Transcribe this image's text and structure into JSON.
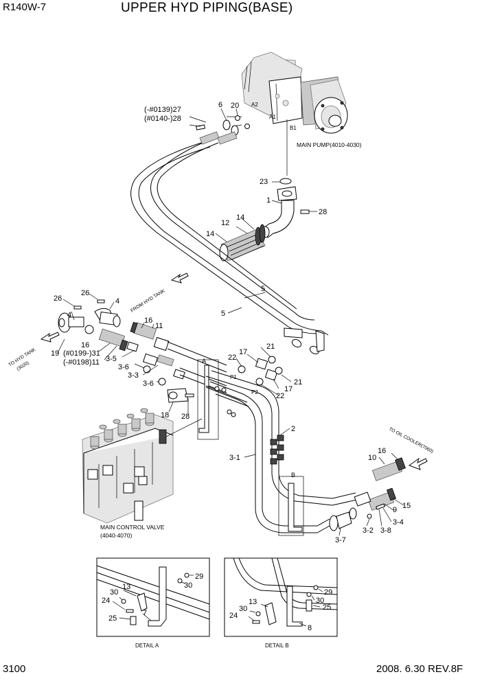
{
  "header": {
    "model": "R140W-7",
    "title": "UPPER HYD PIPING(BASE)"
  },
  "footer": {
    "page_number": "3100",
    "revision": "2008. 6.30  REV.8F"
  },
  "components": {
    "main_pump": "MAIN PUMP(4010-4030)",
    "main_control_valve_line1": "MAIN CONTROL VALVE",
    "main_control_valve_line2": "(4040-4070)",
    "port_a2": "A2",
    "port_a1": "A1",
    "port_b1": "B1",
    "port_p1": "P1",
    "port_p2": "P2"
  },
  "flow_labels": {
    "from_hyd_tank": "FROM HYD TANK",
    "to_hyd_tank_line1": "TO HYD TANK",
    "to_hyd_tank_line2": "(3020)",
    "to_oil_cooler": "TO OIL COOLER(7060)"
  },
  "detail_labels": {
    "detail_a_marker": "A",
    "detail_b_marker": "B",
    "detail_a_caption": "DETAIL A",
    "detail_b_caption": "DETAIL B"
  },
  "callouts": [
    {
      "id": "c-27",
      "text": "(-#0139)27"
    },
    {
      "id": "c-28a",
      "text": "(#0140-)28"
    },
    {
      "id": "c-6",
      "text": "6"
    },
    {
      "id": "c-20",
      "text": "20"
    },
    {
      "id": "c-23",
      "text": "23"
    },
    {
      "id": "c-1",
      "text": "1"
    },
    {
      "id": "c-28b",
      "text": "28"
    },
    {
      "id": "c-12",
      "text": "12"
    },
    {
      "id": "c-14a",
      "text": "14"
    },
    {
      "id": "c-14b",
      "text": "14"
    },
    {
      "id": "c-5a",
      "text": "5"
    },
    {
      "id": "c-5b",
      "text": "5"
    },
    {
      "id": "c-26a",
      "text": "26"
    },
    {
      "id": "c-26b",
      "text": "26"
    },
    {
      "id": "c-4a",
      "text": "4"
    },
    {
      "id": "c-4b",
      "text": "4"
    },
    {
      "id": "c-16a",
      "text": "16"
    },
    {
      "id": "c-11a",
      "text": "11"
    },
    {
      "id": "c-16b",
      "text": "16"
    },
    {
      "id": "c-19",
      "text": "19"
    },
    {
      "id": "c-31",
      "text": "(#0199-)31"
    },
    {
      "id": "c-11b",
      "text": "(-#0198)11"
    },
    {
      "id": "c-3-5",
      "text": "3-5"
    },
    {
      "id": "c-3-6a",
      "text": "3-6"
    },
    {
      "id": "c-3-3",
      "text": "3-3"
    },
    {
      "id": "c-3-6b",
      "text": "3-6"
    },
    {
      "id": "c-18",
      "text": "18"
    },
    {
      "id": "c-28c",
      "text": "28"
    },
    {
      "id": "c-17a",
      "text": "17"
    },
    {
      "id": "c-21a",
      "text": "21"
    },
    {
      "id": "c-22a",
      "text": "22"
    },
    {
      "id": "c-21b",
      "text": "21"
    },
    {
      "id": "c-17b",
      "text": "17"
    },
    {
      "id": "c-22b",
      "text": "22"
    },
    {
      "id": "c-2",
      "text": "2"
    },
    {
      "id": "c-3-1",
      "text": "3-1"
    },
    {
      "id": "c-10",
      "text": "10"
    },
    {
      "id": "c-16c",
      "text": "16"
    },
    {
      "id": "c-9",
      "text": "9"
    },
    {
      "id": "c-15",
      "text": "15"
    },
    {
      "id": "c-3-2",
      "text": "3-2"
    },
    {
      "id": "c-3-8",
      "text": "3-8"
    },
    {
      "id": "c-3-4",
      "text": "3-4"
    },
    {
      "id": "c-3-7",
      "text": "3-7"
    },
    {
      "id": "da-29",
      "text": "29"
    },
    {
      "id": "da-30a",
      "text": "30"
    },
    {
      "id": "da-13",
      "text": "13"
    },
    {
      "id": "da-30b",
      "text": "30"
    },
    {
      "id": "da-24",
      "text": "24"
    },
    {
      "id": "da-25",
      "text": "25"
    },
    {
      "id": "da-7",
      "text": "7"
    },
    {
      "id": "db-29",
      "text": "29"
    },
    {
      "id": "db-30a",
      "text": "30"
    },
    {
      "id": "db-25",
      "text": "25"
    },
    {
      "id": "db-30b",
      "text": "30"
    },
    {
      "id": "db-13",
      "text": "13"
    },
    {
      "id": "db-24",
      "text": "24"
    },
    {
      "id": "db-8",
      "text": "8"
    }
  ]
}
